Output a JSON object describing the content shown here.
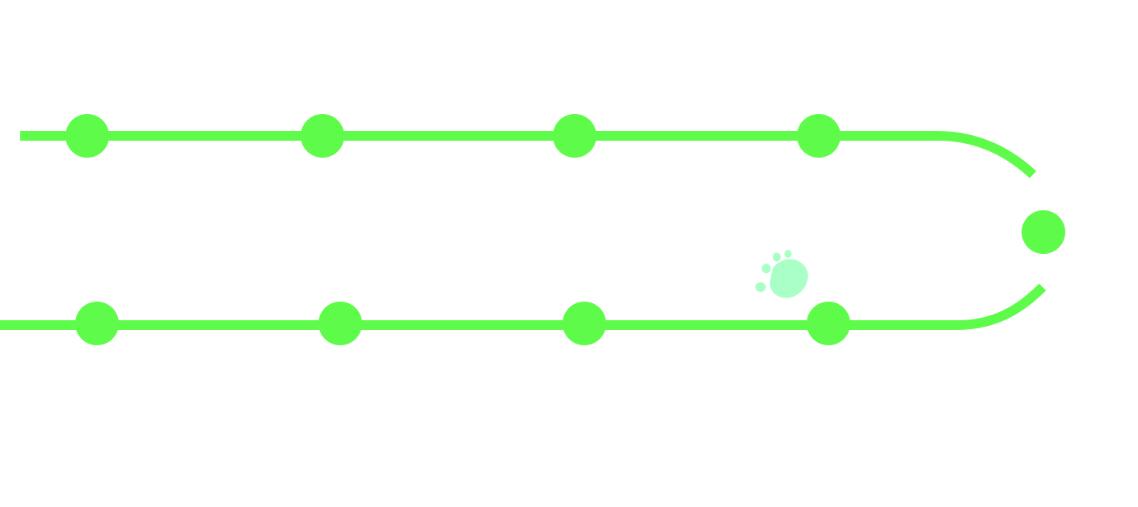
{
  "colors": {
    "background": "#ffffff",
    "track": "#5ffb4a",
    "node": "#5ffb4a",
    "paw": "#aaffc6"
  },
  "icons": {
    "marker": "paw-print-icon",
    "node": "circle-node-icon"
  },
  "path": {
    "top_row_nodes": 4,
    "bottom_row_nodes": 4,
    "turn_nodes": 1
  }
}
